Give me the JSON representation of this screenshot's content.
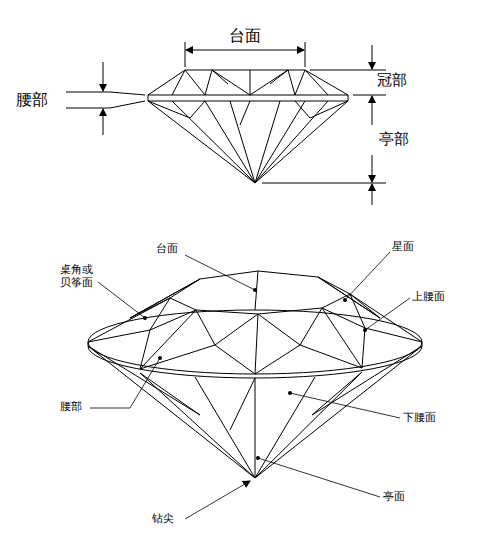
{
  "diagram": {
    "labels": [
      "台面",
      "冠部",
      "腰部",
      "亭部",
      "台面",
      "星面",
      "桌角或 贝筝面",
      "上腰面",
      "腰部",
      "下腰面",
      "亭面",
      "钻尖"
    ]
  }
}
